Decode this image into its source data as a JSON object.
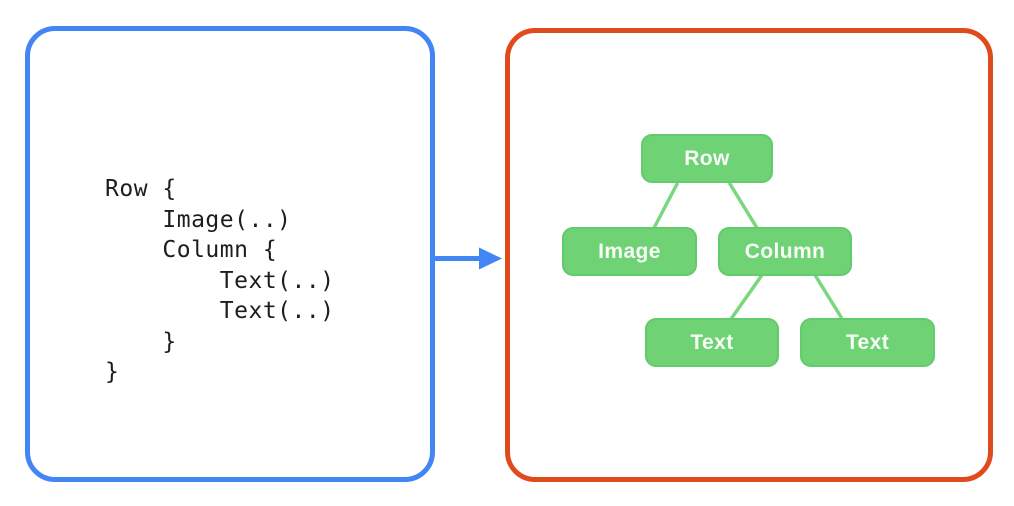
{
  "colors": {
    "panel_blue": "#4285F4",
    "panel_orange": "#E04B1E",
    "node_green": "#6FD275",
    "connector_green": "#79D77E",
    "arrow_blue": "#4285F4",
    "code_text": "#1D1D1D",
    "node_text": "#F7FDF7"
  },
  "code_panel": {
    "code": "Row {\n    Image(..)\n    Column {\n        Text(..)\n        Text(..)\n    }\n}"
  },
  "tree_panel": {
    "nodes": [
      {
        "id": "row",
        "label": "Row"
      },
      {
        "id": "image",
        "label": "Image"
      },
      {
        "id": "column",
        "label": "Column"
      },
      {
        "id": "text-left",
        "label": "Text"
      },
      {
        "id": "text-right",
        "label": "Text"
      }
    ],
    "edges": [
      {
        "from": "row",
        "to": "image"
      },
      {
        "from": "row",
        "to": "column"
      },
      {
        "from": "column",
        "to": "text-left"
      },
      {
        "from": "column",
        "to": "text-right"
      }
    ]
  }
}
